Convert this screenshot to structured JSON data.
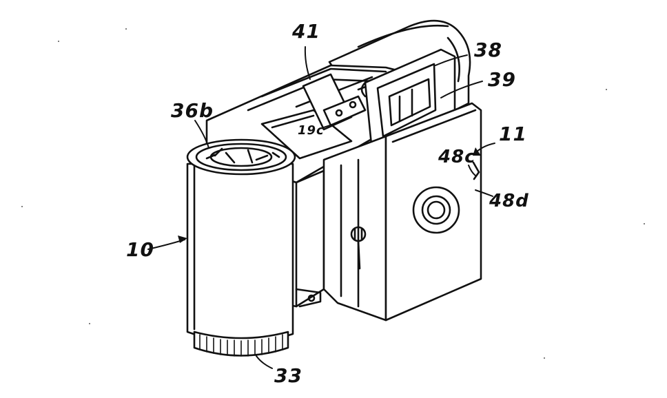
{
  "figure": {
    "background_color": "#ffffff",
    "ink_color": "#111111",
    "labels": {
      "film_cartridge": "10",
      "camera_body": "11",
      "knurled_ring": "33",
      "cartridge_spool": "36b",
      "viewfinder": "38",
      "viewfinder_window": "39",
      "hinged_cover": "41",
      "latch_plate": "19c",
      "front_indicator": "48c",
      "front_panel": "48d"
    }
  }
}
